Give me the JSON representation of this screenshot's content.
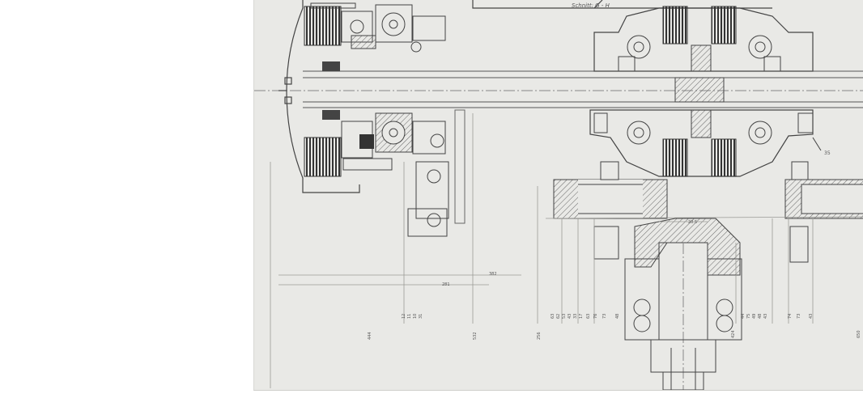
{
  "drawing": {
    "section_title": "Schnitt: G - H",
    "part_callout": "35",
    "dim_small": "20.5",
    "dim_281": "281",
    "dim_382": "382",
    "bottom_labels": [
      "444",
      "12",
      "11",
      "10",
      "31",
      "532",
      "256",
      "63",
      "62",
      "53",
      "43",
      "33",
      "17",
      "63",
      "76",
      "73",
      "48",
      "424",
      "44",
      "75",
      "49",
      "48",
      "43",
      "74",
      "73",
      "43",
      "650"
    ]
  }
}
